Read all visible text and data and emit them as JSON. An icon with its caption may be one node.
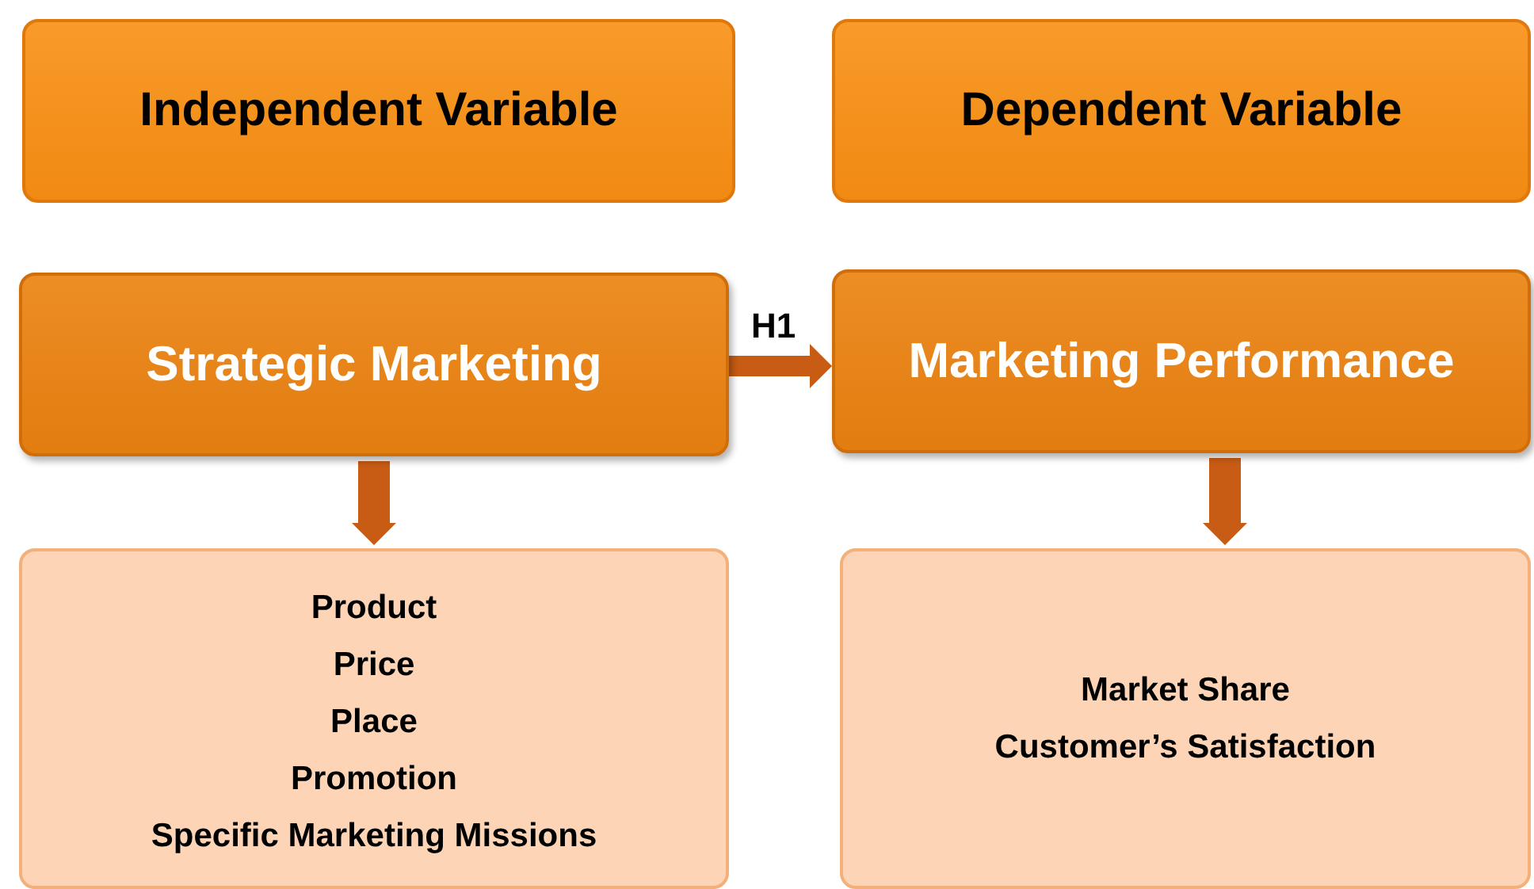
{
  "diagram": {
    "nodes": [
      {
        "text": [
          "Independent Variable"
        ]
      },
      {
        "text": [
          "Dependent Variable"
        ]
      },
      {
        "text": [
          "Strategic Marketing"
        ]
      },
      {
        "text": [
          "Marketing Performance"
        ]
      },
      {
        "text": [
          "Product",
          "Price",
          "Place",
          "Promotion",
          "Specific Marketing Missions"
        ]
      },
      {
        "text": [
          "Market Share",
          "Customer’s Satisfaction"
        ]
      }
    ],
    "edges": [
      {
        "from": 2,
        "to": 3,
        "arrow": "to",
        "label": "H1"
      },
      {
        "from": 2,
        "to": 4,
        "arrow": "to"
      },
      {
        "from": 3,
        "to": 5,
        "arrow": "to"
      }
    ]
  }
}
